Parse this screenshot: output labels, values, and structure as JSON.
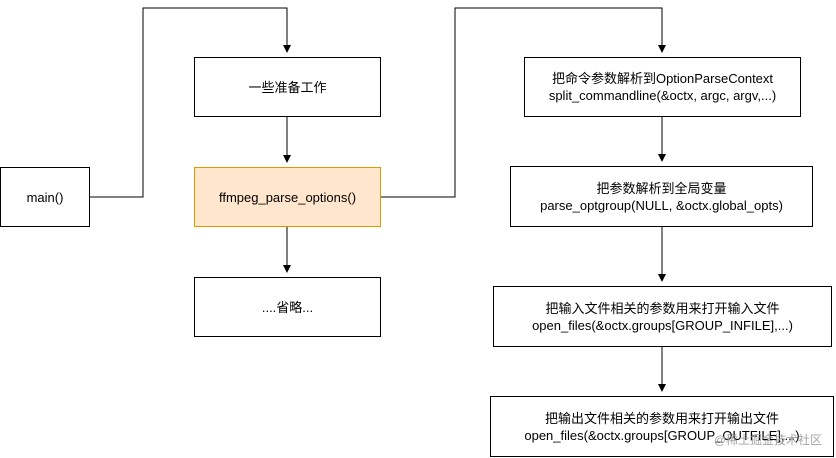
{
  "nodes": {
    "main": {
      "text": "main()"
    },
    "prep": {
      "text": "一些准备工作"
    },
    "parse_options": {
      "text": "ffmpeg_parse_options()"
    },
    "omitted": {
      "text": "....省略..."
    },
    "split": {
      "line1": "把命令参数解析到OptionParseContext",
      "line2": "split_commandline(&octx, argc, argv,...)"
    },
    "optgroup": {
      "line1": "把参数解析到全局变量",
      "line2": "parse_optgroup(NULL, &octx.global_opts)"
    },
    "infile": {
      "line1": "把输入文件相关的参数用来打开输入文件",
      "line2": "open_files(&octx.groups[GROUP_INFILE],...)"
    },
    "outfile": {
      "line1": "把输出文件相关的参数用来打开输出文件",
      "line2": "open_files(&octx.groups[GROUP_OUTFILE],...)"
    }
  },
  "watermark": "@稀土掘金技术社区",
  "colors": {
    "highlight_fill": "#ffe6cc",
    "highlight_stroke": "#d79b00",
    "line": "#000000"
  }
}
